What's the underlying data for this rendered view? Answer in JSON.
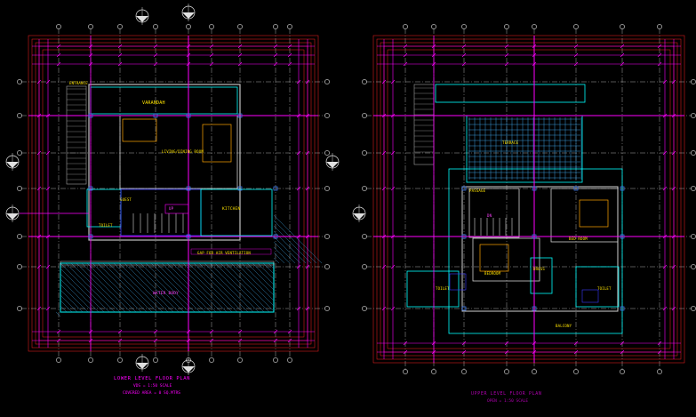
{
  "plans": {
    "lower": {
      "title": "LOWER LEVEL FLOOR PLAN",
      "scale": "VDS = 1:50 SCALE",
      "area": "COVERED AREA = 0 SQ.MTRS",
      "rooms": {
        "varandah": "VARANDAH",
        "living_dining": "LIVING/DINING ROOM",
        "entrance": "ENTRANCE",
        "guest": "GUEST",
        "kitchen": "KITCHEN",
        "toilet": "TOILET",
        "gap": "GAP FOR AIR VENTILATION",
        "water_body": "WATER BODY",
        "stair": "UP"
      }
    },
    "upper": {
      "title": "UPPER LEVEL FLOOR PLAN",
      "scale": "OPEN = 1:50 SCALE",
      "rooms": {
        "terrace": "TERRACE",
        "bedroom1": "BEDROOM",
        "bedroom2": "BED ROOM",
        "bath1": "TOILET",
        "bath2": "TOILET",
        "dress": "DRESS",
        "balcony": "BALCONY",
        "passage": "PASSAGE",
        "stair": "DN"
      }
    }
  },
  "colors": {
    "background": "#000000",
    "grid_red": "#ff2020",
    "grid_magenta": "#ff00ff",
    "walls": "#00ffff",
    "dims": "#e8e8e8",
    "text": "#ffe400",
    "blue": "#3a3aff",
    "green": "#20ff20"
  },
  "icons": [
    "north-arrow-icon",
    "section-marker-icon",
    "grid-bubble-icon"
  ]
}
